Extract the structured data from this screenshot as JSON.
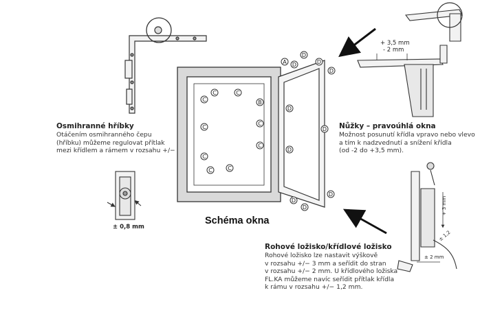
{
  "caption": "Schéma okna",
  "left_block": {
    "title": "Osmihranné hříbky",
    "lines": [
      "Otáčením    osmihranného    čepu",
      "(hříbku)  můžeme regulovat přítlak",
      "mezi křídlem a rámem v rozsahu +/−"
    ]
  },
  "right_block": {
    "title": "Nůžky – pravoúhlá okna",
    "lines": [
      "Možnost posunutí křídla vpravo nebo vlevo",
      "a tím k nadzvednutí a snížení křídla",
      "(od -2 do +3,5 mm)."
    ]
  },
  "bottom_block": {
    "title": "Rohové ložisko/křídlové ložisko",
    "lines": [
      "Rohové ložisko lze nastavit výškově",
      "v rozsahu +/− 3 mm a seřídit do stran",
      "v rozsahu +/− 2 mm. U křídlového ložiska",
      "FL.KA můžeme navíc seřídit přítlak křídla",
      "k rámu v rozsahu +/− 1,2 mm."
    ]
  },
  "dimensions": {
    "mushroom": "± 0,8 mm",
    "scissor_plus": "+ 3,5 mm",
    "scissor_minus": "- 2 mm",
    "hinge_vertical": "+ 3 mm",
    "hinge_horizontal": "± 2 mm",
    "hinge_small": "± 1,2"
  },
  "callout_letters": {
    "a": "A",
    "b": "B",
    "c": "C",
    "d": "D"
  },
  "colors": {
    "line": "#333333",
    "frame_fill": "#d9d9d9",
    "arrow": "#111111"
  }
}
